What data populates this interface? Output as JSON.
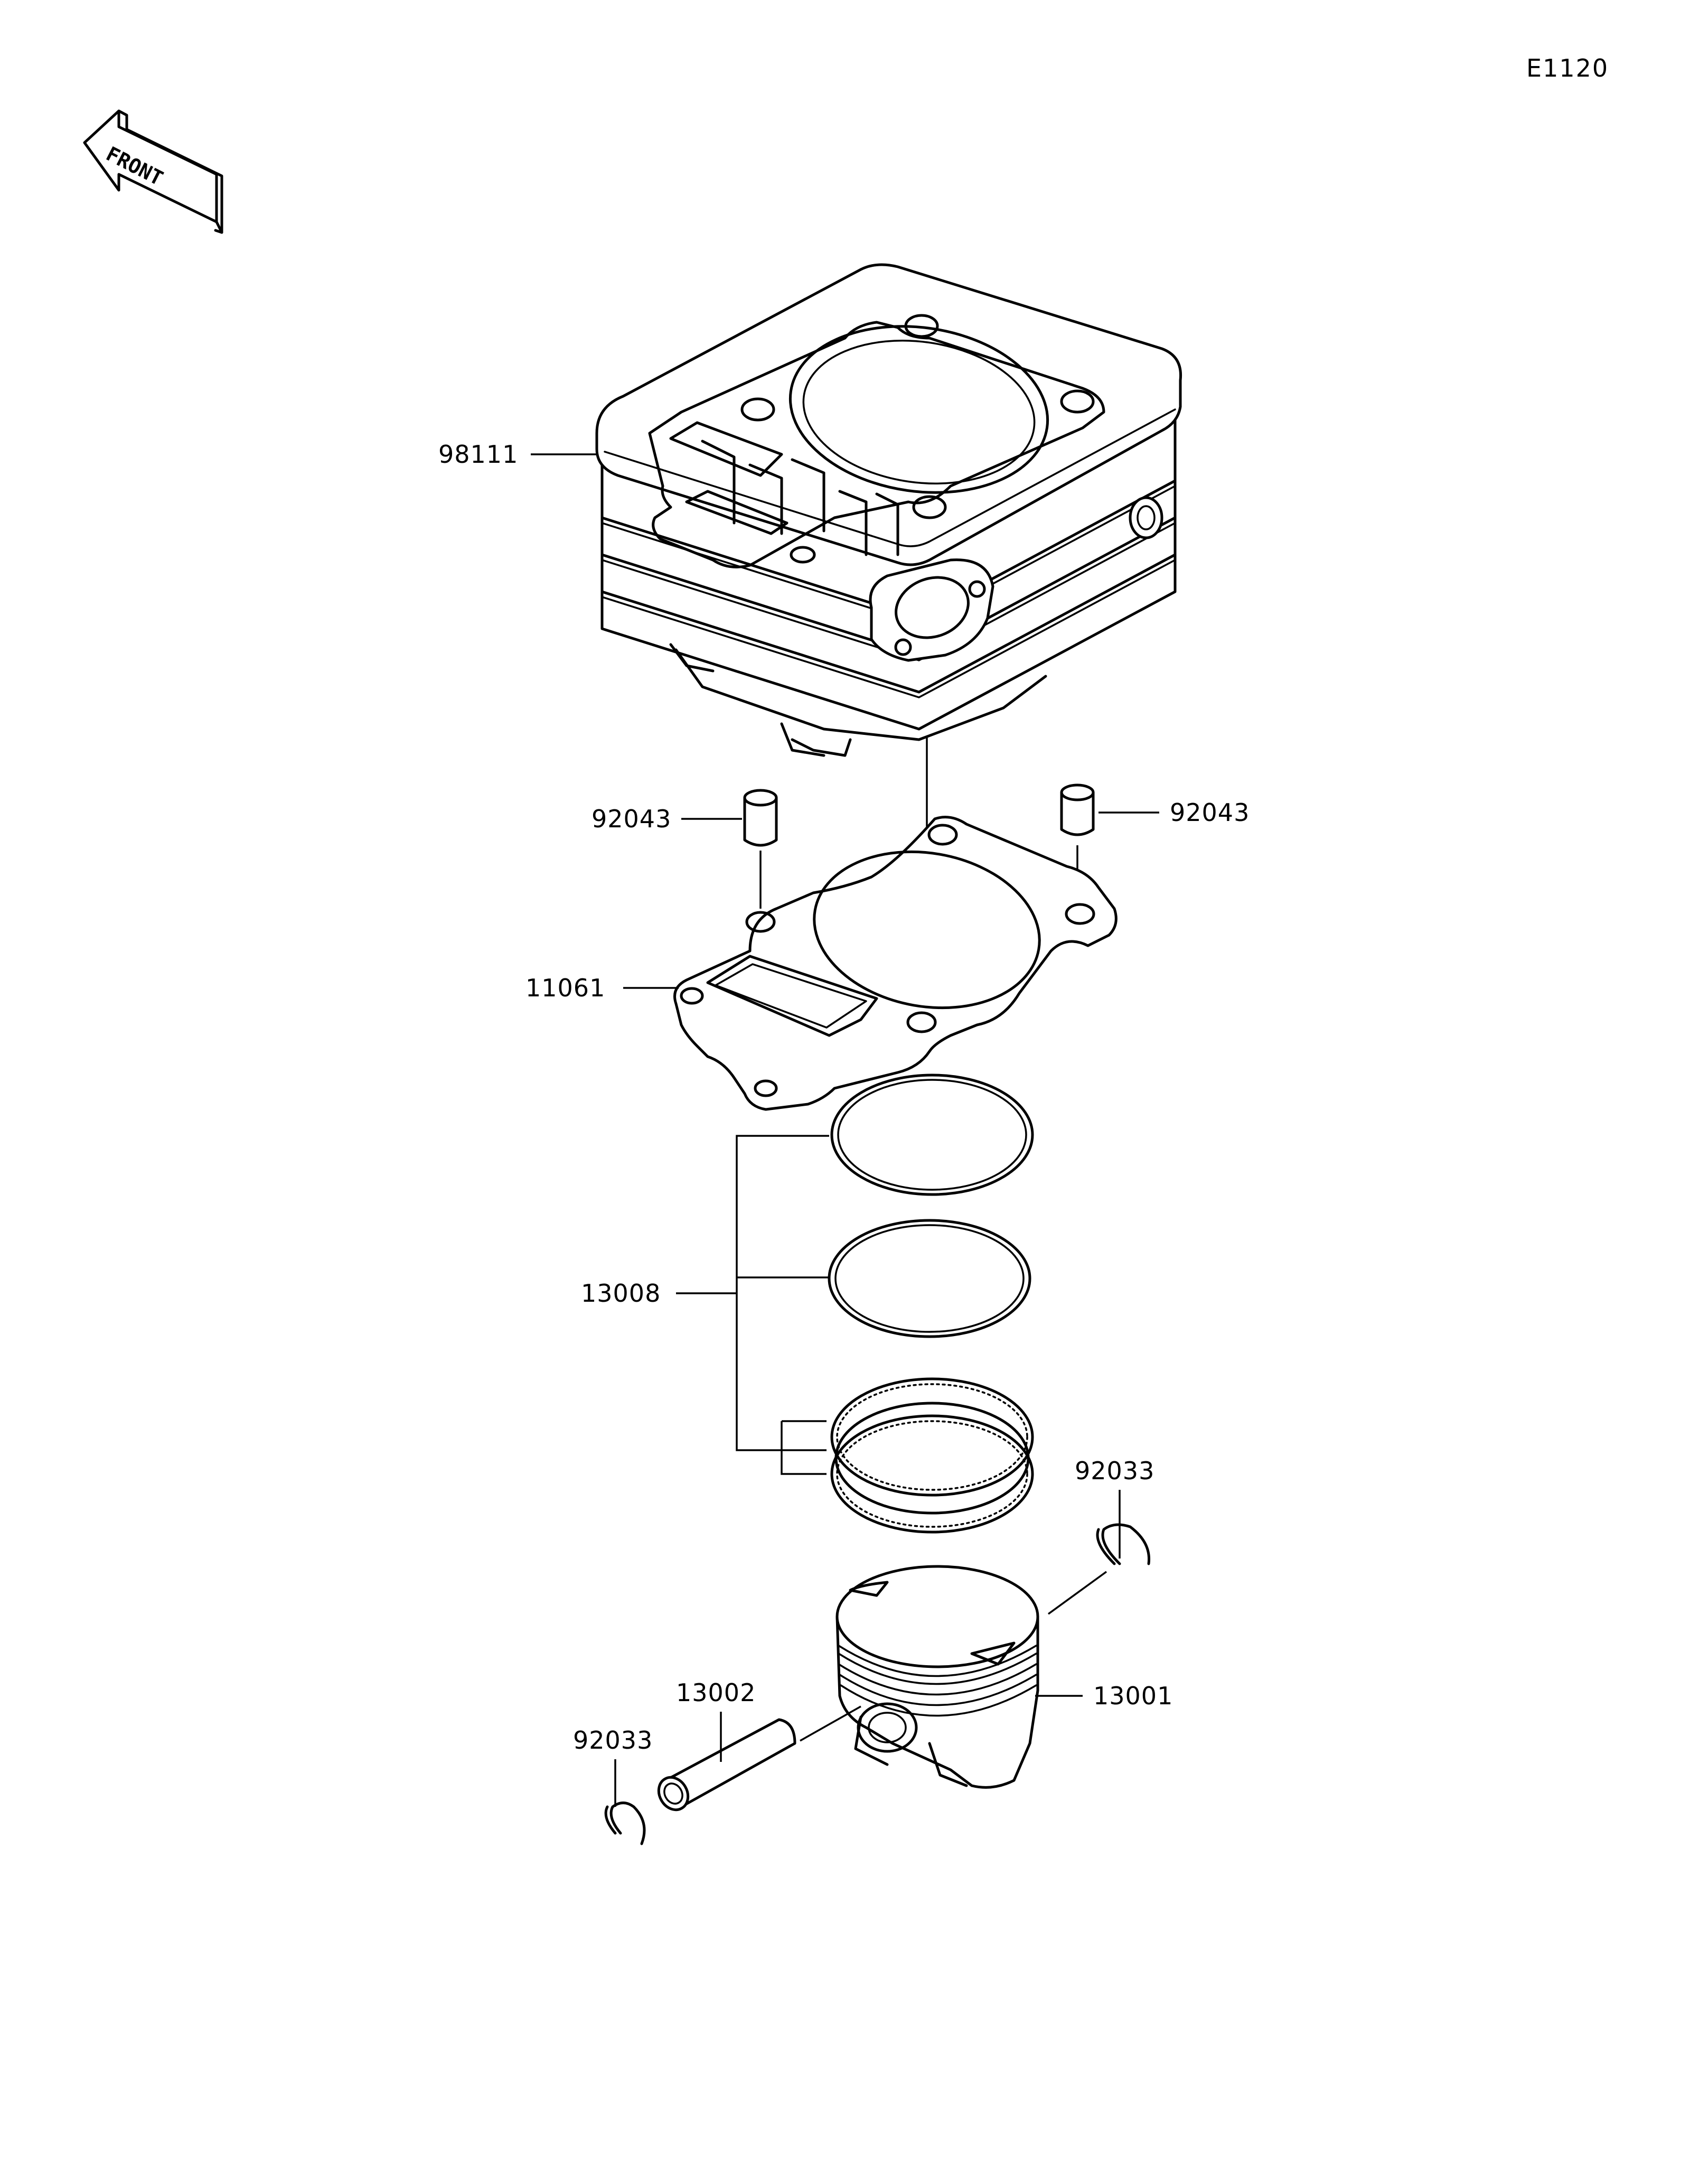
{
  "diagram_code": "E1120",
  "front_indicator": {
    "label": "FRONT",
    "icon": "arrow-left-icon"
  },
  "parts": [
    {
      "number": "98111",
      "name": "cylinder"
    },
    {
      "number": "92043",
      "name": "dowel-pin"
    },
    {
      "number": "92043",
      "name": "dowel-pin"
    },
    {
      "number": "11061",
      "name": "gasket"
    },
    {
      "number": "13008",
      "name": "piston-ring-set"
    },
    {
      "number": "92033",
      "name": "snap-ring"
    },
    {
      "number": "13001",
      "name": "piston"
    },
    {
      "number": "13002",
      "name": "piston-pin"
    },
    {
      "number": "92033",
      "name": "snap-ring"
    }
  ]
}
